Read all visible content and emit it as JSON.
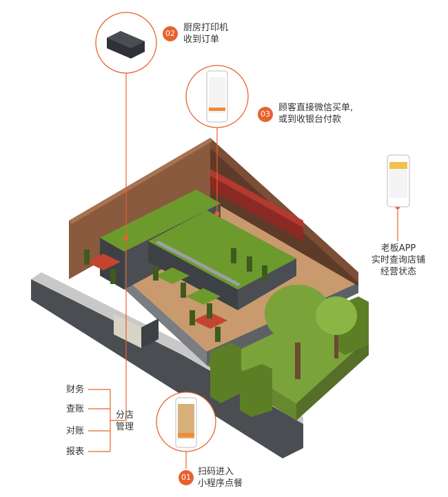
{
  "steps": [
    {
      "number": "02",
      "lines": [
        "厨房打印机",
        "收到订单"
      ]
    },
    {
      "number": "03",
      "lines": [
        "顾客直接微信买单,",
        "或到收银台付款"
      ]
    },
    {
      "number": "01",
      "lines": [
        "扫码进入",
        "小程序点餐"
      ]
    }
  ],
  "boss_app": {
    "lines": [
      "老板APP",
      "实时查询店铺",
      "经营状态"
    ]
  },
  "branch": {
    "lines": [
      "分店",
      "管理"
    ]
  },
  "branch_items": [
    "财务",
    "查账",
    "对账",
    "报表"
  ],
  "colors": {
    "accent": "#e8622c",
    "wall": "#8a5a3e",
    "floor": "#c99a6e",
    "counter": "#6d9a2c",
    "grass": "#7aa33a",
    "road": "#4a4d52"
  },
  "icons": [
    "printer-icon",
    "phone-icon",
    "tree-icon",
    "bush-icon",
    "chair-icon",
    "table-icon"
  ]
}
